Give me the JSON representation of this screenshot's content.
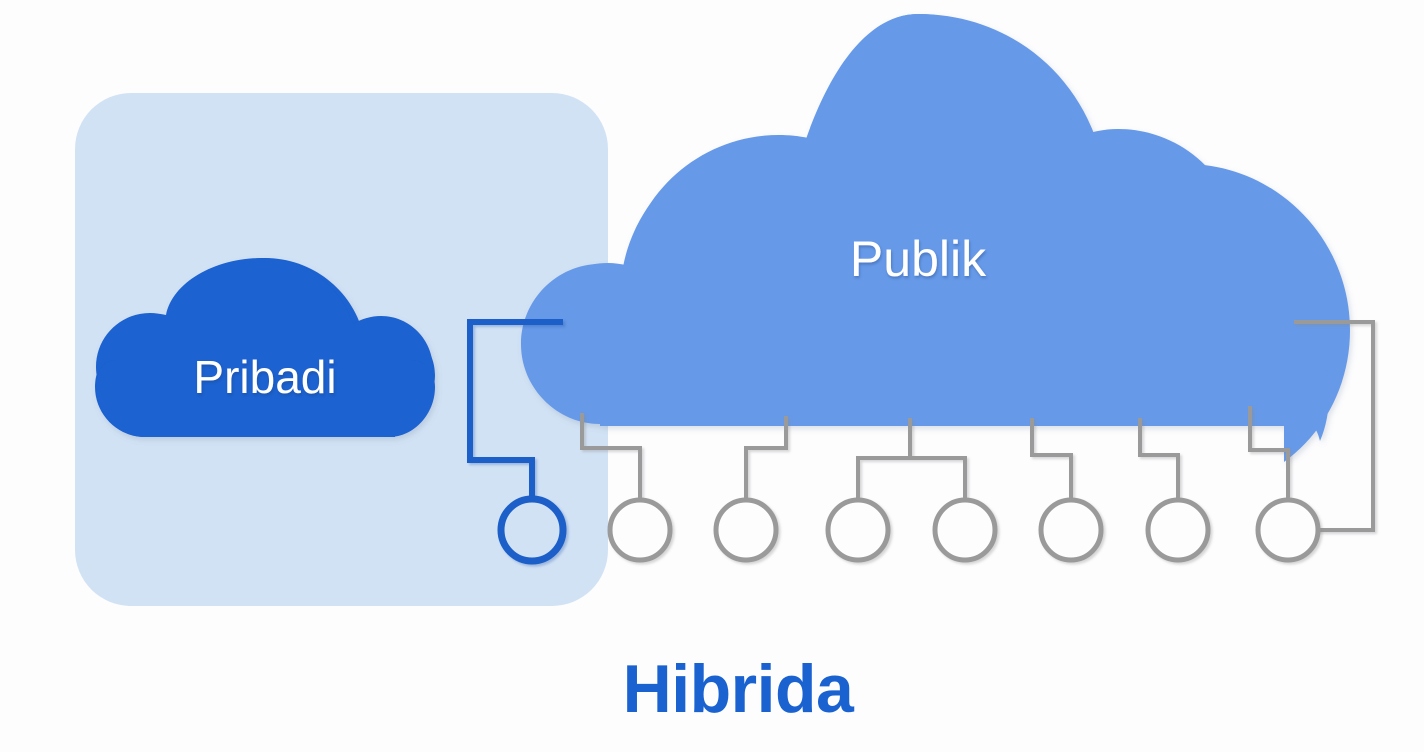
{
  "diagram": {
    "title": "Hibrida",
    "title_color": "#1A62D0",
    "background_color": "#FDFDFE",
    "private_zone": {
      "panel_name": "private-zone-panel",
      "panel_color": "#D2E2F5",
      "cloud_label": "Pribadi",
      "cloud_color": "#1A62D0",
      "label_color": "#FFFFFF",
      "node_count": 1,
      "connector_color": "#1A5FC8"
    },
    "public_zone": {
      "cloud_label": "Publik",
      "cloud_color": "#6699E8",
      "label_color": "#FFFFFF",
      "node_count": 7,
      "connector_color": "#9A9A9A"
    },
    "nodes": [
      {
        "id": "node-private-1",
        "label": "",
        "zone": "private",
        "color": "#1A5FC8"
      },
      {
        "id": "node-public-1",
        "label": "",
        "zone": "public",
        "color": "#9A9A9A"
      },
      {
        "id": "node-public-2",
        "label": "",
        "zone": "public",
        "color": "#9A9A9A"
      },
      {
        "id": "node-public-3",
        "label": "",
        "zone": "public",
        "color": "#9A9A9A"
      },
      {
        "id": "node-public-4",
        "label": "",
        "zone": "public",
        "color": "#9A9A9A"
      },
      {
        "id": "node-public-5",
        "label": "",
        "zone": "public",
        "color": "#9A9A9A"
      },
      {
        "id": "node-public-6",
        "label": "",
        "zone": "public",
        "color": "#9A9A9A"
      },
      {
        "id": "node-public-7",
        "label": "",
        "zone": "public",
        "color": "#9A9A9A"
      }
    ]
  }
}
